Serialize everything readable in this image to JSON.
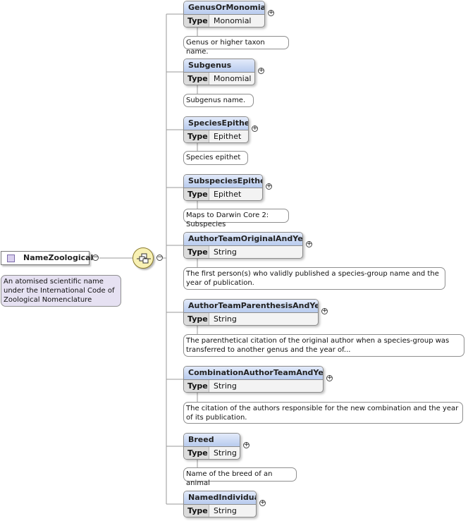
{
  "root": {
    "name": "NameZoological",
    "doc": "An atomised scientific name under the International Code of Zoological Nomenclature"
  },
  "toggles": {
    "collapse": "−",
    "expand": "+"
  },
  "type_label": "Type",
  "children": [
    {
      "name": "GenusOrMonomial",
      "type": "Monomial",
      "doc": "Genus or higher taxon name."
    },
    {
      "name": "Subgenus",
      "type": "Monomial",
      "doc": "Subgenus name."
    },
    {
      "name": "SpeciesEpithet",
      "type": "Epithet",
      "doc": "Species epithet"
    },
    {
      "name": "SubspeciesEpithet",
      "type": "Epithet",
      "doc": "Maps to Darwin Core 2: Subspecies"
    },
    {
      "name": "AuthorTeamOriginalAndYear",
      "type": "String",
      "doc": "The first person(s) who validly published a species-group name and the year of publication."
    },
    {
      "name": "AuthorTeamParenthesisAndYear",
      "type": "String",
      "doc": "The parenthetical citation of the original author when a species-group was transferred to another genus and the year of..."
    },
    {
      "name": "CombinationAuthorTeamAndYear",
      "type": "String",
      "doc": "The citation of the authors responsible for the new combination and the year of its publication."
    },
    {
      "name": "Breed",
      "type": "String",
      "doc": "Name of the breed of an animal"
    },
    {
      "name": "NamedIndividual",
      "type": "String",
      "doc": ""
    }
  ]
}
